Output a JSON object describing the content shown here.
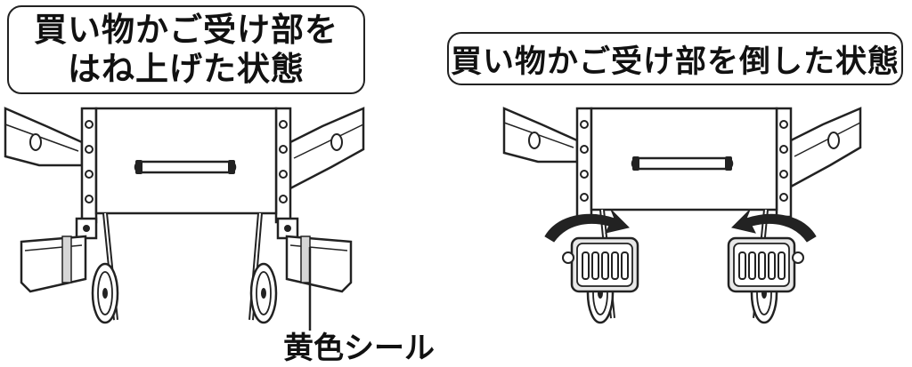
{
  "left_panel": {
    "title_line1": "買い物かご受け部を",
    "title_line2": "はね上げた状態",
    "callout": "黄色シール"
  },
  "right_panel": {
    "title": "買い物かご受け部を倒した状態"
  },
  "colors": {
    "line": "#222222",
    "fill_light": "#f2f2f2",
    "fill_grey": "#d6d6d6",
    "dark": "#333333"
  },
  "icons": {
    "left_frame": "walker-frame-basket-up",
    "right_frame": "walker-frame-basket-down",
    "rotate_arrows": "curved-arrow-icon"
  }
}
